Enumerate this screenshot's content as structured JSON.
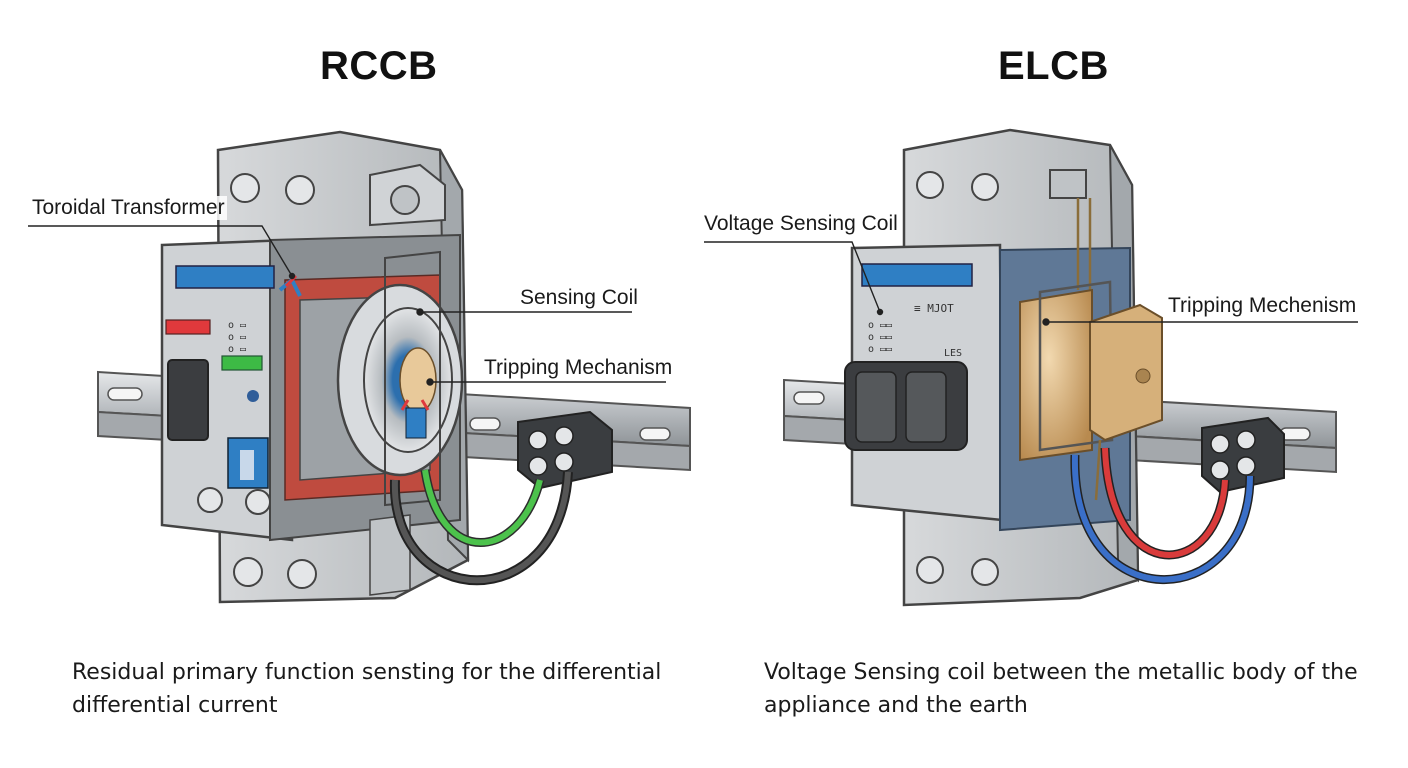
{
  "rccb": {
    "title": "RCCB",
    "labels": {
      "toroidal_transformer": "Toroidal Transformer",
      "sensing_coil": "Sensing Coil",
      "tripping_mechanism": "Tripping Mechanism"
    },
    "caption_line1": "Residual  primary function sensting for the differential",
    "caption_line2": "differential current"
  },
  "elcb": {
    "title": "ELCB",
    "labels": {
      "voltage_sensing_coil": "Voltage Sensing Coil",
      "tripping_mechanism": "Tripping Mechenism"
    },
    "body_text_1": "≡ MJOT",
    "body_text_2": "LES",
    "caption_line1": "Voltage Sensing coil between  the metallic body of the",
    "caption_line2": "appliance and the earth"
  },
  "colors": {
    "housing": "#c9cccf",
    "housing_dark": "#9fa4a8",
    "blue_strip": "#2f7fc4",
    "red_indicator": "#e0393c",
    "green_indicator": "#3dba45",
    "wire_green": "#4cc24c",
    "wire_black": "#444444",
    "wire_red": "#d93b3b",
    "wire_blue": "#3a6fc8",
    "coil_copper": "#d6b07a"
  }
}
